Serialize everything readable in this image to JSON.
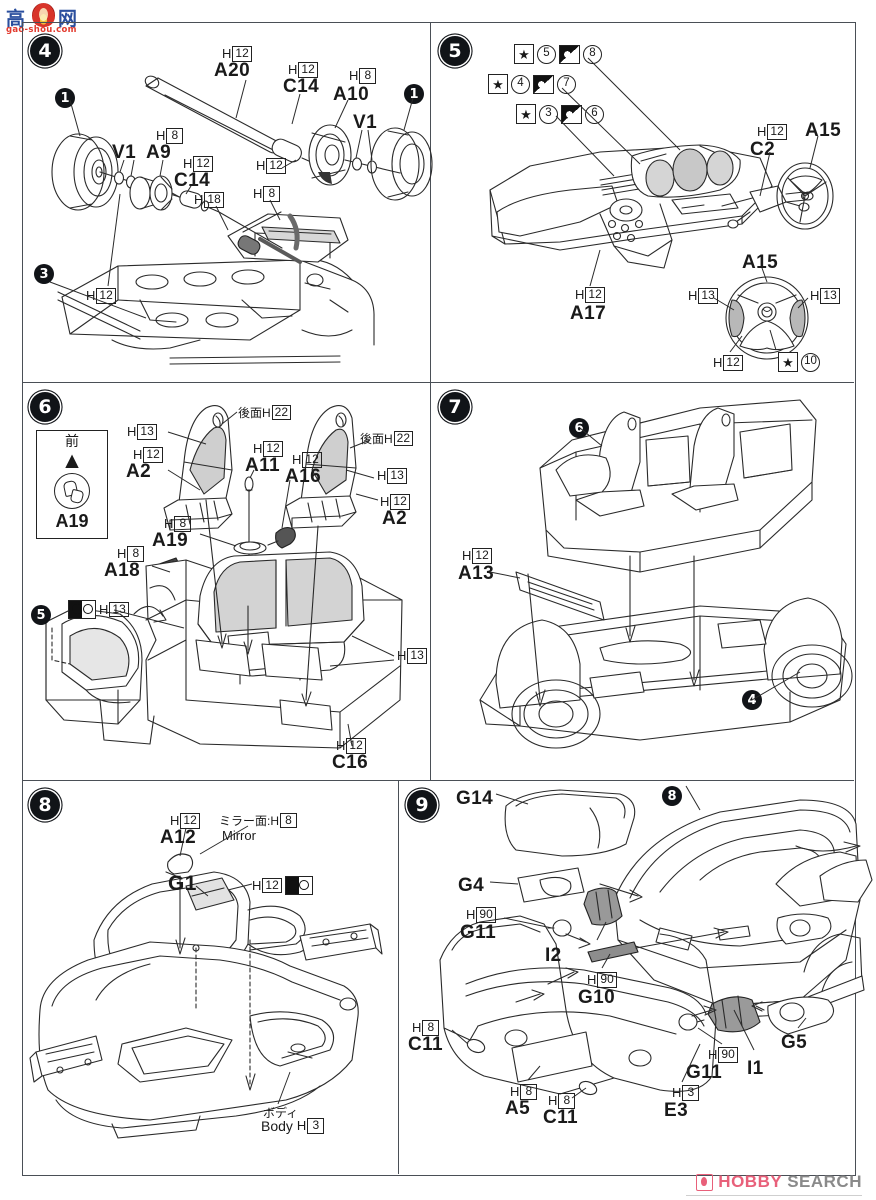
{
  "sheet": {
    "watermark": {
      "cn_left": "高",
      "cn_right": "网",
      "url": "gao-shou.com",
      "logo_icon": "flame-logo-icon"
    },
    "hobby_search": {
      "brand_primary": "HOBBY",
      "brand_secondary": "SEARCH",
      "icon": "hobby-search-flame-icon",
      "color": "#e8607a"
    }
  },
  "steps": [
    {
      "id": "step-4",
      "number": "4",
      "sub_numbers": [
        "1",
        "1",
        "3"
      ],
      "labels": [
        {
          "part": "A20",
          "paint": "H",
          "paint_no": "12"
        },
        {
          "part": "C14",
          "paint": "H",
          "paint_no": "12"
        },
        {
          "part": "A10",
          "paint": "H",
          "paint_no": "8"
        },
        {
          "part": "V1",
          "paint": "",
          "paint_no": ""
        },
        {
          "part": "V1",
          "paint": "",
          "paint_no": ""
        },
        {
          "part": "A9",
          "paint": "H",
          "paint_no": "8"
        },
        {
          "part": "C14",
          "paint": "H",
          "paint_no": "12"
        },
        {
          "part": "",
          "paint": "H",
          "paint_no": "12"
        },
        {
          "part": "",
          "paint": "H",
          "paint_no": "12"
        },
        {
          "part": "",
          "paint": "H",
          "paint_no": "18"
        },
        {
          "part": "",
          "paint": "H",
          "paint_no": "8"
        }
      ]
    },
    {
      "id": "step-5",
      "number": "5",
      "labels": [
        {
          "part": "A17",
          "paint": "H",
          "paint_no": "12"
        },
        {
          "part": "C2",
          "paint": "H",
          "paint_no": "12"
        },
        {
          "part": "A15",
          "paint": "",
          "paint_no": ""
        },
        {
          "part": "A15",
          "paint": "",
          "paint_no": ""
        },
        {
          "part": "",
          "paint": "H",
          "paint_no": "13"
        },
        {
          "part": "",
          "paint": "H",
          "paint_no": "13"
        },
        {
          "part": "",
          "paint": "H",
          "paint_no": "12"
        }
      ],
      "decals": [
        {
          "star": "★",
          "number": "3",
          "pair_number": "6"
        },
        {
          "star": "★",
          "number": "4",
          "pair_number": "7"
        },
        {
          "star": "★",
          "number": "5",
          "pair_number": "8"
        },
        {
          "star": "★",
          "number": "10",
          "pair_number": ""
        }
      ]
    },
    {
      "id": "step-6",
      "number": "6",
      "sub_numbers": [
        "5"
      ],
      "front_box": {
        "jp": "前",
        "arrow": "▲",
        "part": "A19",
        "icon": "part-orientation-icon"
      },
      "labels": [
        {
          "part": "A2",
          "paint": "H",
          "paint_no": "12"
        },
        {
          "part": "A2",
          "paint": "H",
          "paint_no": "12"
        },
        {
          "part": "A11",
          "paint": "H",
          "paint_no": "12"
        },
        {
          "part": "A16",
          "paint": "H",
          "paint_no": "12"
        },
        {
          "part": "A19",
          "paint": "H",
          "paint_no": "8"
        },
        {
          "part": "A18",
          "paint": "H",
          "paint_no": "8"
        },
        {
          "part": "C16",
          "paint": "H",
          "paint_no": "12"
        },
        {
          "part": "",
          "paint": "H",
          "paint_no": "13"
        },
        {
          "part": "",
          "paint": "H",
          "paint_no": "13"
        },
        {
          "part": "",
          "paint": "H",
          "paint_no": "13"
        },
        {
          "part": "",
          "paint": "H",
          "paint_no": "13"
        }
      ],
      "jp_notes": [
        {
          "text": "後面H",
          "paint_no": "22"
        },
        {
          "text": "後面H",
          "paint_no": "22"
        }
      ]
    },
    {
      "id": "step-7",
      "number": "7",
      "sub_numbers": [
        "6",
        "4"
      ],
      "labels": [
        {
          "part": "A13",
          "paint": "H",
          "paint_no": "12"
        }
      ]
    },
    {
      "id": "step-8",
      "number": "8",
      "labels": [
        {
          "part": "A12",
          "paint": "H",
          "paint_no": "12"
        },
        {
          "part": "G1",
          "paint": "",
          "paint_no": ""
        },
        {
          "part": "",
          "paint": "H",
          "paint_no": "12"
        }
      ],
      "jp_notes": [
        {
          "jp": "ミラー面:H",
          "paint_no": "8",
          "en": "Mirror"
        },
        {
          "jp": "ボディ",
          "en": "Body",
          "paint": "H",
          "paint_no": "3"
        }
      ]
    },
    {
      "id": "step-9",
      "number": "9",
      "sub_numbers": [
        "8"
      ],
      "labels": [
        {
          "part": "G14",
          "paint": "",
          "paint_no": ""
        },
        {
          "part": "G4",
          "paint": "",
          "paint_no": ""
        },
        {
          "part": "G11",
          "paint": "H",
          "paint_no": "90"
        },
        {
          "part": "G11",
          "paint": "H",
          "paint_no": "90"
        },
        {
          "part": "G10",
          "paint": "H",
          "paint_no": "90"
        },
        {
          "part": "I2",
          "paint": "",
          "paint_no": ""
        },
        {
          "part": "I1",
          "paint": "",
          "paint_no": ""
        },
        {
          "part": "G5",
          "paint": "",
          "paint_no": ""
        },
        {
          "part": "C11",
          "paint": "H",
          "paint_no": "8"
        },
        {
          "part": "C11",
          "paint": "H",
          "paint_no": "8"
        },
        {
          "part": "A5",
          "paint": "H",
          "paint_no": "8"
        },
        {
          "part": "E3",
          "paint": "H",
          "paint_no": "3"
        }
      ]
    }
  ]
}
